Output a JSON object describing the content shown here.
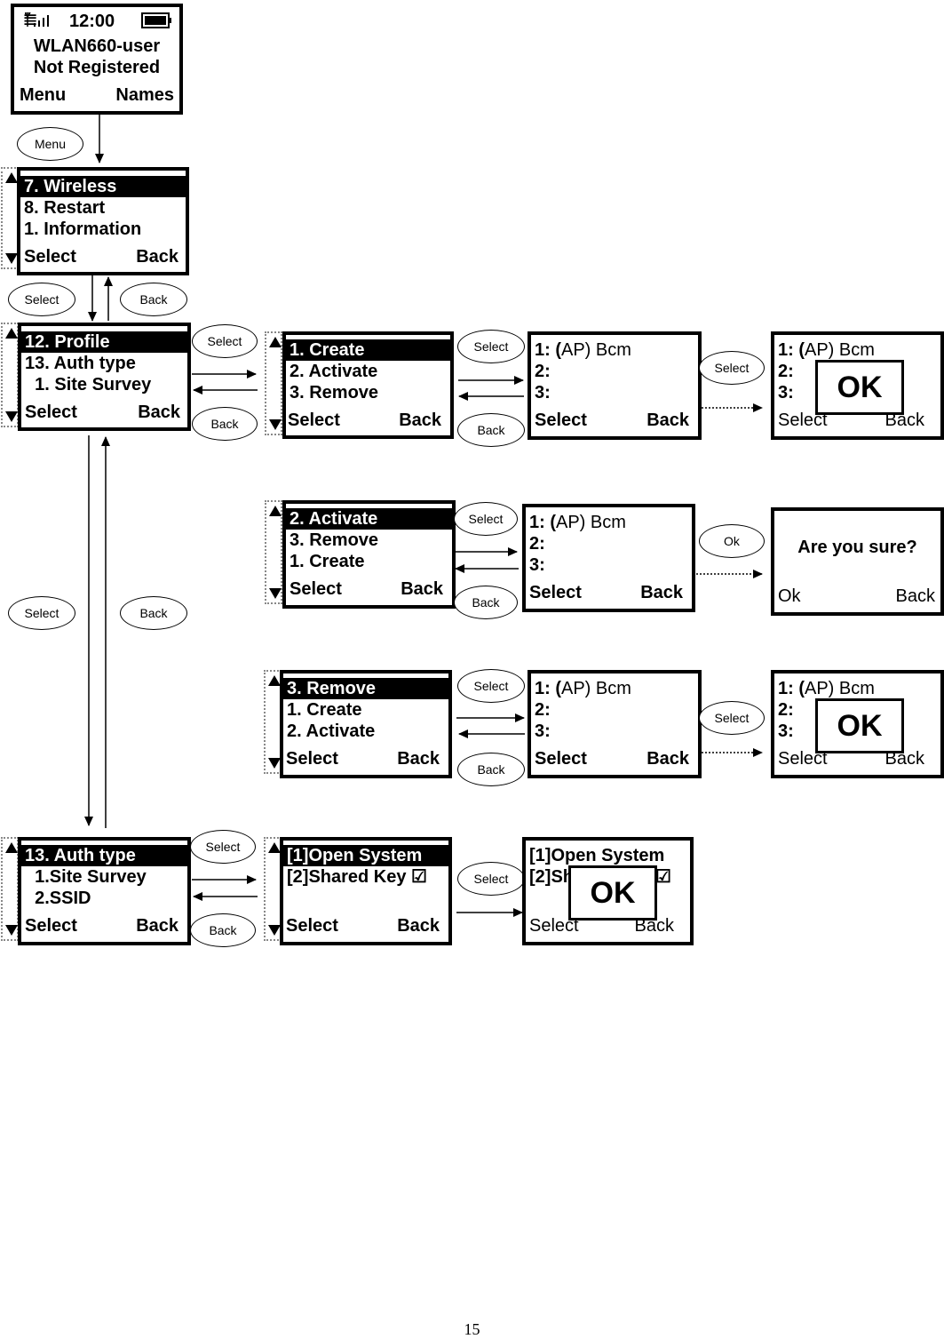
{
  "idle": {
    "time": "12:00",
    "line1": "WLAN660-user",
    "line2": "Not Registered",
    "left": "Menu",
    "right": "Names"
  },
  "menu": {
    "items": [
      "7. Wireless",
      "8. Restart",
      "1. Information"
    ],
    "left": "Select",
    "right": "Back"
  },
  "profile": {
    "items": [
      "12. Profile",
      "13. Auth type",
      "  1. Site Survey"
    ],
    "left": "Select",
    "right": "Back"
  },
  "create_menu": {
    "items": [
      "1. Create",
      "2. Activate",
      "3. Remove"
    ],
    "left": "Select",
    "right": "Back"
  },
  "activate_menu": {
    "items": [
      "2. Activate",
      "3. Remove",
      "1. Create"
    ],
    "left": "Select",
    "right": "Back"
  },
  "remove_menu": {
    "items": [
      "3. Remove",
      "1. Create",
      "2. Activate"
    ],
    "left": "Select",
    "right": "Back"
  },
  "ap_list": {
    "prefix1": "1: (",
    "ap1": "AP) Bcm",
    "row2": "2:",
    "row3": "3:",
    "left": "Select",
    "right": "Back"
  },
  "confirm": {
    "question": "Are you sure?",
    "left": "Ok",
    "right": "Back"
  },
  "ok_label": "OK",
  "authtype": {
    "items": [
      "13. Auth type",
      "  1.Site Survey",
      "  2.SSID"
    ],
    "left": "Select",
    "right": "Back"
  },
  "auth_options": {
    "items": [
      "[1]Open System",
      "[2]Shared Key ☑"
    ],
    "left": "Select",
    "right": "Back"
  },
  "auth_result": {
    "item1": "[1]Open System",
    "item2a": "[2]Sh",
    "item2b": "☑",
    "left": "Select",
    "right": "Back"
  },
  "buttons": {
    "menu": "Menu",
    "select": "Select",
    "back": "Back",
    "ok": "Ok"
  },
  "page_number": "15"
}
